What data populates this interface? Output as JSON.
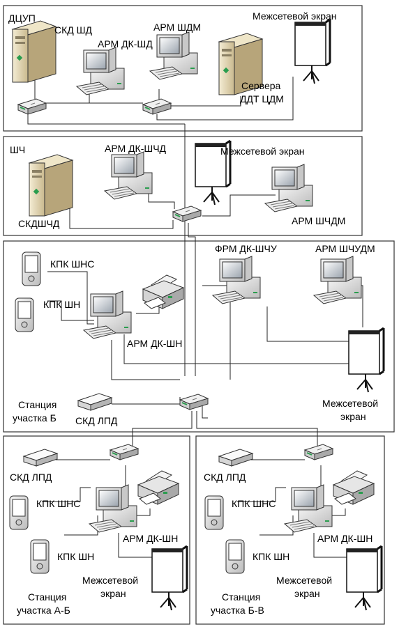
{
  "zones": {
    "dcup": {
      "title": "ДЦУП"
    },
    "shch": {
      "title": "ШЧ"
    },
    "station_b": {
      "name_line1": "Станция",
      "name_line2": "участка Б"
    },
    "station_ab": {
      "name_line1": "Станция",
      "name_line2": "участка А-Б"
    },
    "station_bv": {
      "name_line1": "Станция",
      "name_line2": "участка Б-В"
    }
  },
  "labels": {
    "skd_shd": "СКД ШД",
    "arm_dk_shd": "АРМ ДК-ШД",
    "arm_shdm": "АРМ ШДМ",
    "firewall": "Межсетевой экран",
    "servers_line1": "Сервера",
    "servers_line2": "ДДТ ЦДМ",
    "arm_dk_shchd": "АРМ ДК-ШЧД",
    "skdshchd": "СКДШЧД",
    "arm_shchdm": "АРМ ШЧДМ",
    "kpk_shns": "КПК ШНС",
    "kpk_shn": "КПК ШН",
    "frm_dk_shchu": "ФРМ ДК-ШЧУ",
    "arm_shchudm": "АРМ ШЧУДМ",
    "arm_dk_shn": "АРМ ДК-ШН",
    "firewall_line1": "Межсетевой",
    "firewall_line2": "экран",
    "skd_lpd": "СКД ЛПД"
  }
}
